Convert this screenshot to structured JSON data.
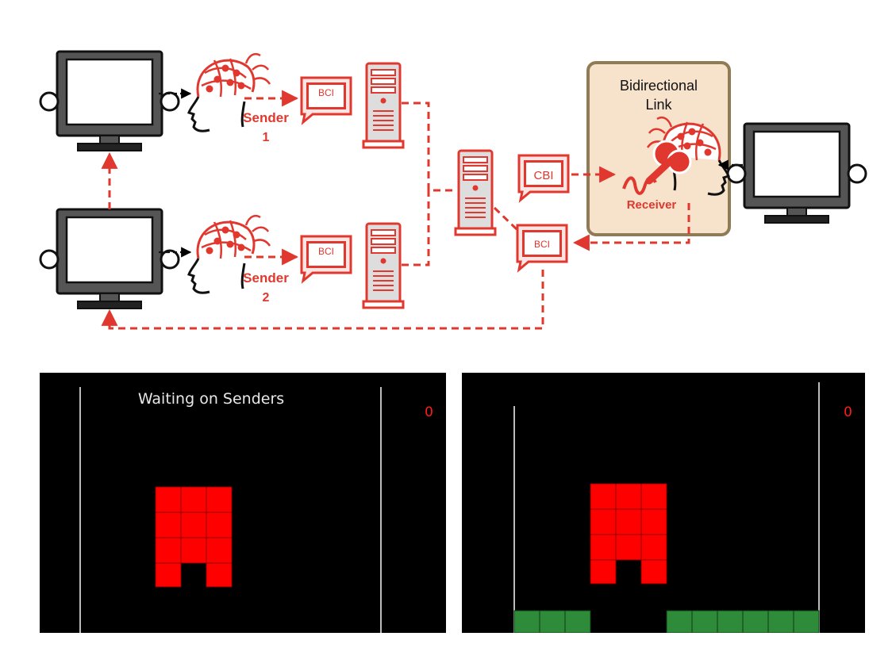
{
  "diagram": {
    "sender1": {
      "name": "Sender",
      "number": "1",
      "device": "BCI"
    },
    "sender2": {
      "name": "Sender",
      "number": "2",
      "device": "BCI"
    },
    "receiver": {
      "name": "Receiver",
      "in_device": "CBI",
      "out_device": "BCI"
    },
    "link_box": {
      "line1": "Bidirectional",
      "line2": "Link"
    }
  },
  "game_left": {
    "status_text": "Waiting on Senders",
    "score": "0"
  },
  "game_right": {
    "score": "0"
  },
  "colors": {
    "accent_red": "#e0382e",
    "block_red": "#ff0000",
    "ground_green": "#2e8b3a",
    "link_box_fill": "#f7e2cc",
    "link_box_border": "#8f7b56"
  },
  "icons": [
    "monitor-icon",
    "eeg-head-icon",
    "computer-tower-icon",
    "bci-screen-icon",
    "cbi-screen-icon",
    "tms-coil-icon"
  ]
}
